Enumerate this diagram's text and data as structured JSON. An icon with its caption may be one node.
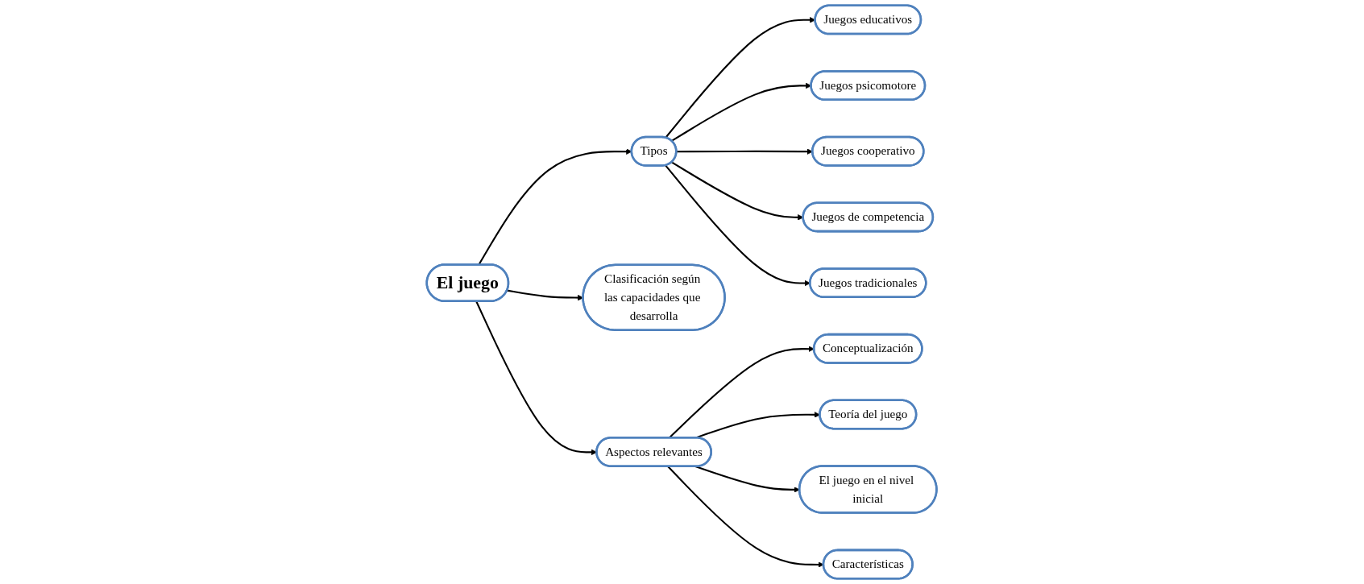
{
  "diagram": {
    "nodes": [
      {
        "text": [
          "El juego"
        ]
      },
      {
        "text": [
          "Tipos"
        ]
      },
      {
        "text": [
          "Aspectos relevantes"
        ]
      },
      {
        "text": [
          "Juegos educativos"
        ]
      },
      {
        "text": [
          "Juegos psicomotore"
        ]
      },
      {
        "text": [
          "Juegos cooperativo"
        ]
      },
      {
        "text": [
          "Juegos de competencia"
        ]
      },
      {
        "text": [
          "Juegos tradicionales"
        ]
      },
      {
        "text": [
          "Conceptualización"
        ]
      },
      {
        "text": [
          "Teoría del juego"
        ]
      },
      {
        "text": [
          "El juego en el nivel inicial"
        ]
      },
      {
        "text": [
          "Características"
        ]
      },
      {
        "text": [
          "Clasificación según las capacidades que desarrolla"
        ]
      }
    ],
    "edges": [
      {
        "from": 0,
        "to": 1,
        "arrow": "to"
      },
      {
        "from": 0,
        "to": 12,
        "arrow": "to"
      },
      {
        "from": 0,
        "to": 2,
        "arrow": "to"
      },
      {
        "from": 1,
        "to": 3,
        "arrow": "to"
      },
      {
        "from": 1,
        "to": 4,
        "arrow": "to"
      },
      {
        "from": 1,
        "to": 5,
        "arrow": "to"
      },
      {
        "from": 1,
        "to": 6,
        "arrow": "to"
      },
      {
        "from": 1,
        "to": 7,
        "arrow": "to"
      },
      {
        "from": 2,
        "to": 8,
        "arrow": "to"
      },
      {
        "from": 2,
        "to": 9,
        "arrow": "to"
      },
      {
        "from": 2,
        "to": 10,
        "arrow": "to"
      },
      {
        "from": 2,
        "to": 11,
        "arrow": "to"
      }
    ]
  }
}
